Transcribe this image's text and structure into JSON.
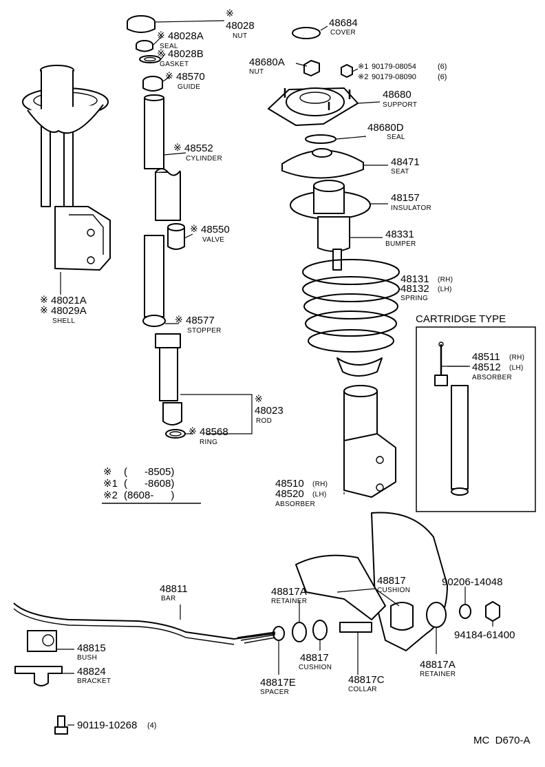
{
  "callouts": {
    "nut_48028": {
      "mark": "※",
      "number": "48028",
      "name": "NUT"
    },
    "seal_48028a": {
      "mark": "※",
      "number": "48028A",
      "name": "SEAL"
    },
    "gasket_48028b": {
      "mark": "※",
      "number": "48028B",
      "name": "GASKET"
    },
    "guide_48570": {
      "mark": "※",
      "number": "48570",
      "name": "GUIDE"
    },
    "cylinder_48552": {
      "mark": "※",
      "number": "48552",
      "name": "CYLINDER"
    },
    "valve_48550": {
      "mark": "※",
      "number": "48550",
      "name": "VALVE"
    },
    "stopper_48577": {
      "mark": "※",
      "number": "48577",
      "name": "STOPPER"
    },
    "rod_48023": {
      "mark": "※",
      "number": "48023",
      "name": "ROD"
    },
    "ring_48568": {
      "mark": "※",
      "number": "48568",
      "name": "RING"
    },
    "shell_48021a": {
      "mark": "※",
      "number": "48021A"
    },
    "shell_48029a": {
      "mark": "※",
      "number": "48029A",
      "name": "SHELL"
    },
    "cover_48684": {
      "number": "48684",
      "name": "COVER"
    },
    "nut_48680a": {
      "number": "48680A",
      "name": "NUT"
    },
    "bolt_1": {
      "mark": "※1",
      "number": "90179-08054",
      "qty": "(6)"
    },
    "bolt_2": {
      "mark": "※2",
      "number": "90179-08090",
      "qty": "(6)"
    },
    "support_48680": {
      "number": "48680",
      "name": "SUPPORT"
    },
    "seal_48680d": {
      "number": "48680D",
      "name": "SEAL"
    },
    "seat_48471": {
      "number": "48471",
      "name": "SEAT"
    },
    "insulator_48157": {
      "number": "48157",
      "name": "INSULATOR"
    },
    "bumper_48331": {
      "number": "48331",
      "name": "BUMPER"
    },
    "spring_rh": {
      "number": "48131",
      "side": "(RH)"
    },
    "spring_lh": {
      "number": "48132",
      "side": "(LH)",
      "name": "SPRING"
    },
    "absorber_rh": {
      "number": "48510",
      "side": "(RH)"
    },
    "absorber_lh": {
      "number": "48520",
      "side": "(LH)",
      "name": "ABSORBER"
    },
    "bar_48811": {
      "number": "48811",
      "name": "BAR"
    },
    "bush_48815": {
      "number": "48815",
      "name": "BUSH"
    },
    "bracket_48824": {
      "number": "48824",
      "name": "BRACKET"
    },
    "spacer_48817e": {
      "number": "48817E",
      "name": "SPACER"
    },
    "retainer_left": {
      "number": "48817A",
      "name": "RETAINER"
    },
    "cushion_lower": {
      "number": "48817",
      "name": "CUSHION"
    },
    "cushion_upper": {
      "number": "48817",
      "name": "CUSHION"
    },
    "collar_48817c": {
      "number": "48817C",
      "name": "COLLAR"
    },
    "retainer_right": {
      "number": "48817A",
      "name": "RETAINER"
    },
    "washer_90206": {
      "number": "90206-14048"
    },
    "nut_94184": {
      "number": "94184-61400"
    },
    "bolt_90119": {
      "number": "90119-10268",
      "qty": "(4)"
    }
  },
  "cartridge": {
    "title": "CARTRIDGE TYPE",
    "rh": {
      "number": "48511",
      "side": "(RH)"
    },
    "lh": {
      "number": "48512",
      "side": "(LH)",
      "name": "ABSORBER"
    }
  },
  "legend": {
    "row0": {
      "mark": "※",
      "text": "(      -8505)"
    },
    "row1": {
      "mark": "※1",
      "text": "(      -8608)"
    },
    "row2": {
      "mark": "※2",
      "text": "(8608-      )"
    }
  },
  "drawing_code": "MC  D670-A"
}
